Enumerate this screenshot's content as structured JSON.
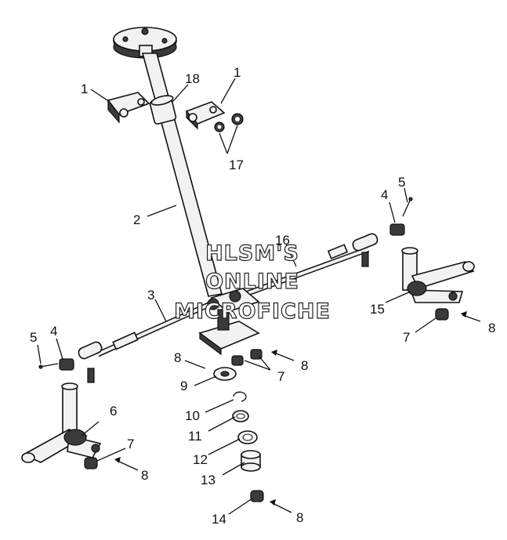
{
  "callouts": {
    "c1a": "1",
    "c1b": "1",
    "c18": "18",
    "c17": "17",
    "c2": "2",
    "c16": "16",
    "c4r": "4",
    "c5r": "5",
    "c15": "15",
    "c7r": "7",
    "c8r": "8",
    "c3": "3",
    "c5l": "5",
    "c4l": "4",
    "c8m": "8",
    "c8m2": "8",
    "c7m": "7",
    "c9": "9",
    "c10": "10",
    "c11": "11",
    "c12": "12",
    "c13": "13",
    "c6": "6",
    "c7l": "7",
    "c8l": "8",
    "c14": "14",
    "c8b": "8"
  },
  "watermark": {
    "line1": "HLSM'S",
    "line2": "ONLINE",
    "line3": "MICROFICHE"
  }
}
